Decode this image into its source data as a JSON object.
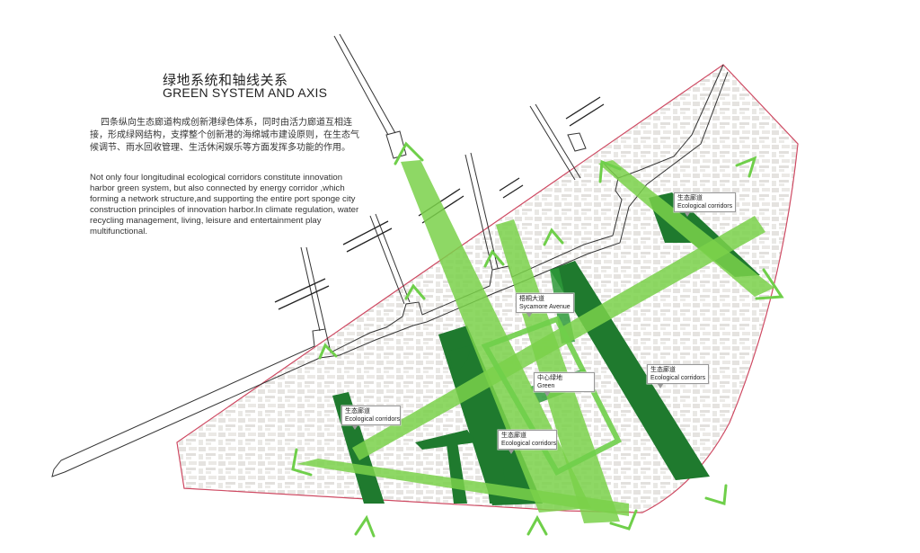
{
  "header": {
    "title_zh": "绿地系统和轴线关系",
    "title_en": "GREEN SYSTEM AND AXIS"
  },
  "description": {
    "zh": "四条纵向生态廊道构成创新港绿色体系，同时由活力廊道互相连接，形成绿网结构，支撑整个创新港的海绵城市建设原则，在生态气候调节、雨水回收管理、生活休闲娱乐等方面发挥多功能的作用。",
    "en": "Not only four longitudinal ecological corridors constitute innovation harbor green system, but also connected by energy corridor ,which forming a network structure,and supporting the entire port sponge city construction principles of innovation harbor.In climate regulation, water recycling management, living, leisure and entertainment play multifunctional."
  },
  "labels": [
    {
      "id": "eco-ne",
      "zh": "生态廊道",
      "en": "Ecological corridors"
    },
    {
      "id": "sycamore",
      "zh": "梧桐大道",
      "en": "Sycamore Avenue"
    },
    {
      "id": "eco-e",
      "zh": "生态廊道",
      "en": "Ecological corridors"
    },
    {
      "id": "center-green",
      "zh": "中心绿地",
      "en": "Green"
    },
    {
      "id": "eco-w",
      "zh": "生态廊道",
      "en": "Ecological corridors"
    },
    {
      "id": "eco-s",
      "zh": "生态廊道",
      "en": "Ecological corridors"
    }
  ],
  "colors": {
    "corridor_dark": "#1f7a2e",
    "corridor_mid": "#2e9a3a",
    "corridor_light": "#7ad14a",
    "arrow": "#6fcf4a",
    "boundary": "#c8324e",
    "building": "#dcdad6"
  }
}
